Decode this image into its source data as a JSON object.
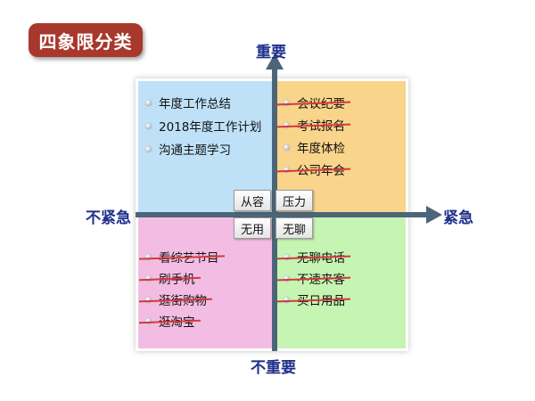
{
  "title": "四象限分类",
  "axes": {
    "top": "重要",
    "bottom": "不重要",
    "left": "不紧急",
    "right": "紧急"
  },
  "quadrants": {
    "top_left": {
      "color": "#bfe1f8",
      "items": [
        {
          "text": "年度工作总结",
          "struck": false
        },
        {
          "text": "2018年度工作计划",
          "struck": false
        },
        {
          "text": "沟通主题学习",
          "struck": false
        }
      ]
    },
    "top_right": {
      "color": "#f9d48b",
      "items": [
        {
          "text": "会议纪要",
          "struck": true
        },
        {
          "text": "考试报名",
          "struck": true
        },
        {
          "text": "年度体检",
          "struck": false
        },
        {
          "text": "公司年会",
          "struck": true
        }
      ]
    },
    "bottom_left": {
      "color": "#f3bde3",
      "items": [
        {
          "text": "看综艺节目",
          "struck": true
        },
        {
          "text": "刷手机",
          "struck": true
        },
        {
          "text": "逛街购物",
          "struck": true
        },
        {
          "text": "逛淘宝",
          "struck": true
        }
      ]
    },
    "bottom_right": {
      "color": "#c6f5b3",
      "items": [
        {
          "text": "无聊电话",
          "struck": true
        },
        {
          "text": "不速来客",
          "struck": true
        },
        {
          "text": "买日用品",
          "struck": true
        }
      ]
    }
  },
  "center_labels": [
    "从容",
    "压力",
    "无用",
    "无聊"
  ],
  "colors": {
    "title_bg": "#a8382c",
    "axis": "#4d6578",
    "axis_label": "#1f2f8c",
    "strike": "#d33a3a"
  }
}
